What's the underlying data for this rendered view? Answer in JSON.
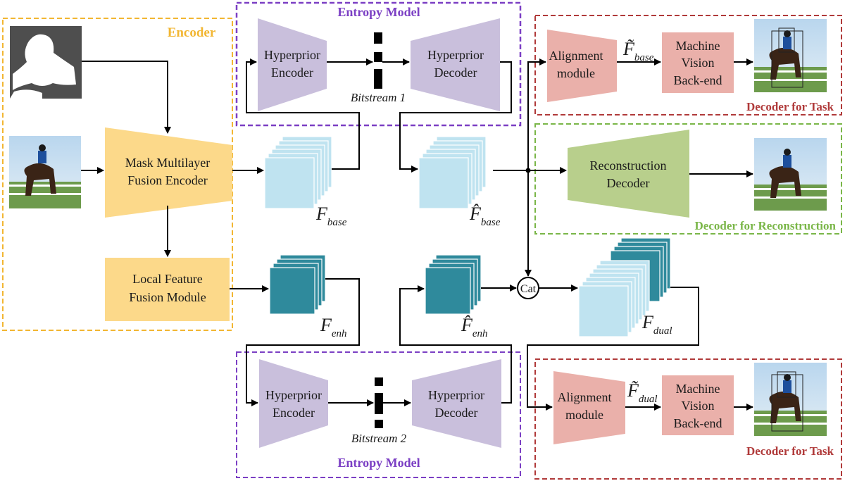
{
  "colors": {
    "encoder_border": "#f2b632",
    "entropy_border": "#7b3fc4",
    "task_border": "#b03a3a",
    "recon_border": "#7ab648",
    "encoder_fill": "#fcd98a",
    "hyper_fill": "#c9bfdc",
    "align_fill": "#eab0aa",
    "machine_fill": "#eab0aa",
    "recon_fill": "#b8cf8c",
    "feature_light": "#bfe3f0",
    "feature_dark": "#2f8a9c"
  },
  "regions": {
    "encoder": "Encoder",
    "entropy_top": "Entropy Model",
    "entropy_bottom": "Entropy Model",
    "task_top": "Decoder for Task",
    "recon": "Decoder for Reconstruction",
    "task_bottom": "Decoder for Task"
  },
  "blocks": {
    "mask_encoder": [
      "Mask Multilayer",
      "Fusion Encoder"
    ],
    "local_fusion": [
      "Local Feature",
      "Fusion Module"
    ],
    "hyper_enc_top": [
      "Hyperprior",
      "Encoder"
    ],
    "hyper_dec_top": [
      "Hyperprior",
      "Decoder"
    ],
    "hyper_enc_bottom": [
      "Hyperprior",
      "Encoder"
    ],
    "hyper_dec_bottom": [
      "Hyperprior",
      "Decoder"
    ],
    "align_top": [
      "Alignment",
      "module"
    ],
    "machine_top": [
      "Machine",
      "Vision",
      "Back-end"
    ],
    "recon_decoder": [
      "Reconstruction",
      "Decoder"
    ],
    "align_bottom": [
      "Alignment",
      "module"
    ],
    "machine_bottom": [
      "Machine",
      "Vision",
      "Back-end"
    ]
  },
  "streams": {
    "bitstream1": "Bitstream 1",
    "bitstream2": "Bitstream 2"
  },
  "features": {
    "f_base": {
      "main": "F",
      "sub": "base"
    },
    "f_base_hat": {
      "main": "F̂",
      "sub": "base"
    },
    "f_enh": {
      "main": "F",
      "sub": "enh"
    },
    "f_enh_hat": {
      "main": "F̂",
      "sub": "enh"
    },
    "f_dual": {
      "main": "F",
      "sub": "dual"
    },
    "f_base_tilde": {
      "main": "F̃",
      "sub": "base"
    },
    "f_dual_tilde": {
      "main": "F̃",
      "sub": "dual"
    }
  },
  "cat_label": "Cat"
}
